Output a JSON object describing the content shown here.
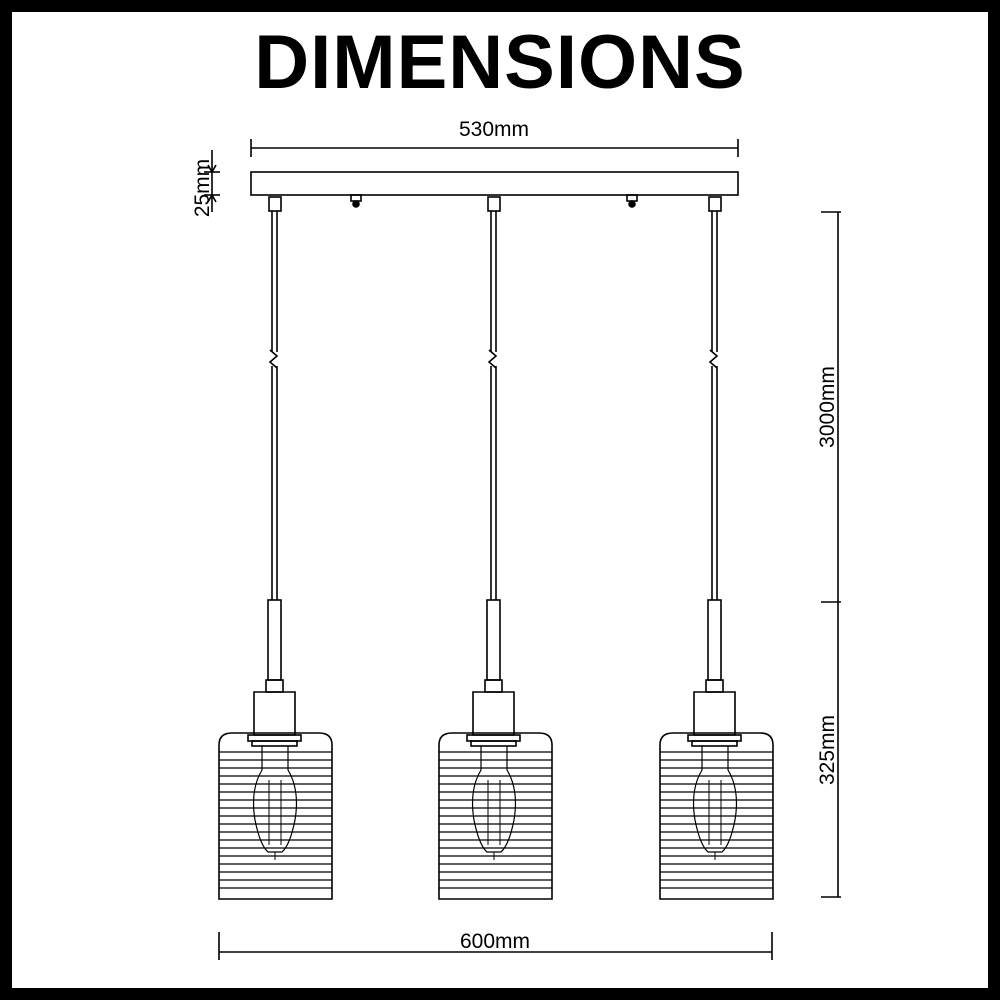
{
  "title": "DIMENSIONS",
  "dimensions": {
    "canopy_length": "530mm",
    "canopy_height": "25mm",
    "cable_length": "3000mm",
    "shade_height": "325mm",
    "overall_width": "600mm"
  },
  "colors": {
    "line": "#000000",
    "background": "#ffffff"
  }
}
